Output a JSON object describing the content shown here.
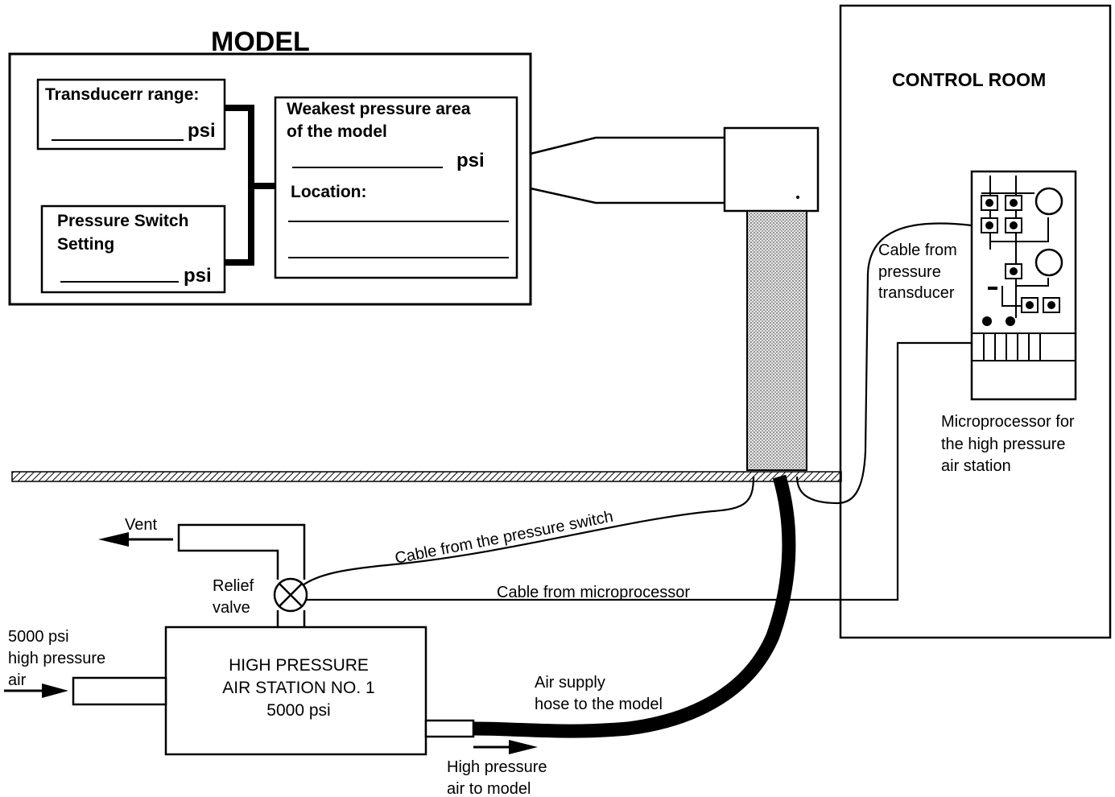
{
  "model": {
    "title": "MODEL",
    "transducer_range_label": "Transducerr range:",
    "transducer_range_unit": "psi",
    "pressure_switch_line1": "Pressure Switch",
    "pressure_switch_line2": "Setting",
    "pressure_switch_unit": "psi",
    "weakest_line1": "Weakest pressure area",
    "weakest_line2": "of the model",
    "weakest_unit": "psi",
    "location_label": "Location:"
  },
  "control_room": {
    "title": "CONTROL ROOM",
    "cable_from_transducer": [
      "Cable from",
      "pressure",
      "transducer"
    ],
    "microprocessor_label": [
      "Microprocessor for",
      "the high pressure",
      "air station"
    ]
  },
  "station": {
    "title_line1": "HIGH PRESSURE",
    "title_line2": "AIR STATION NO. 1",
    "title_line3": "5000 psi",
    "inlet_label": [
      "5000 psi",
      "high pressure",
      "air"
    ],
    "relief_valve": [
      "Relief",
      "valve"
    ],
    "vent_label": "Vent"
  },
  "cables": {
    "pressure_switch": "Cable from the pressure switch",
    "microprocessor": "Cable from microprocessor"
  },
  "hose": {
    "label": [
      "Air supply",
      "hose to the model"
    ],
    "outlet_label": [
      "High pressure",
      "air to model"
    ]
  }
}
